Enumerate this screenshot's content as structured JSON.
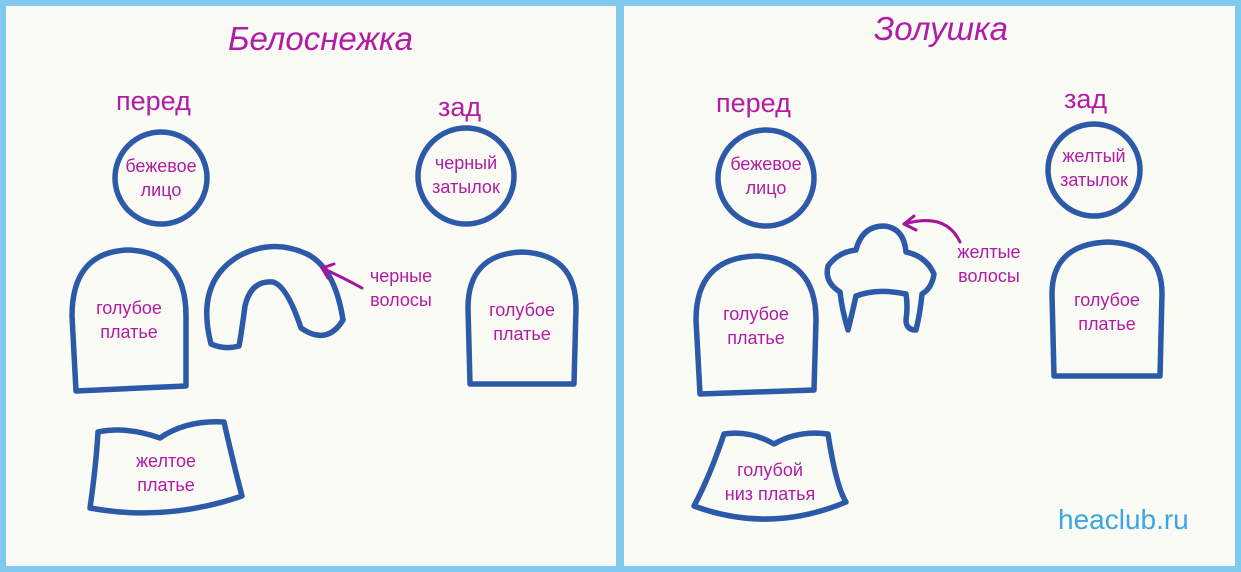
{
  "left_panel": {
    "title": "Белоснежка",
    "front_label": "перед",
    "back_label": "зад",
    "face": [
      "бежевое",
      "лицо"
    ],
    "back_head": [
      "черный",
      "затылок"
    ],
    "dress_front": [
      "голубое",
      "платье"
    ],
    "hair": [
      "черные",
      "волосы"
    ],
    "dress_back": [
      "голубое",
      "платье"
    ],
    "skirt": [
      "желтое",
      "платье"
    ]
  },
  "right_panel": {
    "title": "Золушка",
    "front_label": "перед",
    "back_label": "зад",
    "face": [
      "бежевое",
      "лицо"
    ],
    "back_head": [
      "желтый",
      "затылок"
    ],
    "hair": [
      "желтые",
      "волосы"
    ],
    "dress_front": [
      "голубое",
      "платье"
    ],
    "dress_back": [
      "голубое",
      "платье"
    ],
    "skirt": [
      "голубой",
      "низ платья"
    ]
  },
  "watermark": "heaclub.ru",
  "colors": {
    "frame": "#7fc9ee",
    "outline": "#2d5aa8",
    "label_text": "#b11ba6",
    "watermark": "#3aa6e6"
  }
}
